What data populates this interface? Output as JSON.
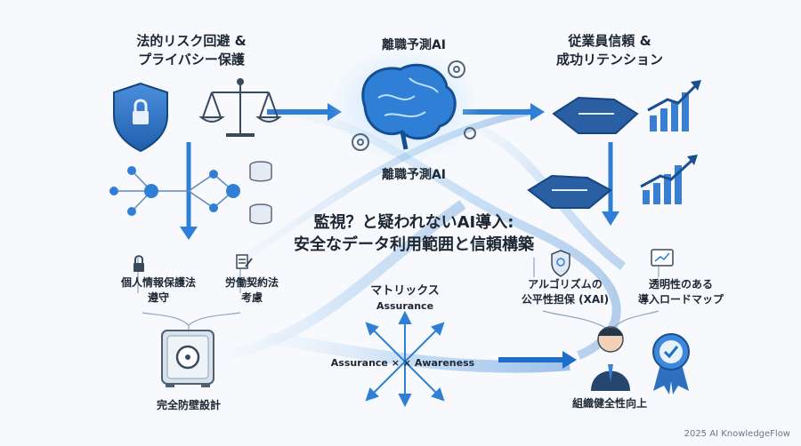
{
  "headings": {
    "legal_l1": "法的リスク回避 &",
    "legal_l2": "プライバシー保護",
    "ai_top": "離職予測AI",
    "trust_l1": "従業員信頼 &",
    "trust_l2": "成功リテンション",
    "ai_bottom": "離職予測AI"
  },
  "main_title": {
    "line1": "監視？と疑われないAI導入:",
    "line2": "安全なデータ利用範囲と信頼構築"
  },
  "left_items": {
    "pii_l1": "個人情報保護法",
    "pii_l2": "遵守",
    "labor_l1": "労働契約法",
    "labor_l2": "考慮",
    "vault": "完全防壁設計"
  },
  "right_items": {
    "xai_l1": "アルゴリズムの",
    "xai_l2": "公平性担保 (XAI)",
    "roadmap_l1": "透明性のある",
    "roadmap_l2": "導入ロードマップ",
    "org": "組織健全性向上"
  },
  "matrix": {
    "title": "マトリックス",
    "top_label": "Assurance",
    "axis_text": "Assurance × × Awareness"
  },
  "footer": "2025 AI KnowledgeFlow",
  "colors": {
    "primary": "#2f7fd6",
    "dark_blue": "#1a4f8f",
    "light_blue": "#cfe3f8",
    "background": "#f7f9fc"
  },
  "icons": [
    "shield-lock-icon",
    "scales-icon",
    "network-icon",
    "database-icon",
    "brain-icon",
    "gear-icon",
    "handshake-icon",
    "growth-chart-icon",
    "lock-icon",
    "contract-icon",
    "safe-icon",
    "ai-shield-icon",
    "roadmap-chart-icon",
    "person-icon",
    "badge-icon"
  ]
}
